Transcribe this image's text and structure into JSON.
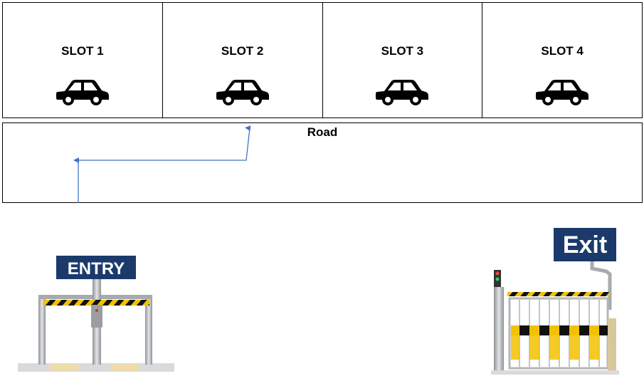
{
  "slots": [
    {
      "label": "SLOT 1",
      "icon": "car-icon"
    },
    {
      "label": "SLOT 2",
      "icon": "car-icon"
    },
    {
      "label": "SLOT 3",
      "icon": "car-icon"
    },
    {
      "label": "SLOT 4",
      "icon": "car-icon"
    }
  ],
  "road": {
    "label": "Road"
  },
  "entry": {
    "sign": "ENTRY"
  },
  "exit": {
    "sign": "Exit"
  },
  "colors": {
    "sign_blue": "#1b3a6b",
    "arrow": "#4472c4",
    "stripe_yellow": "#f2c200",
    "stripe_black": "#111111"
  }
}
